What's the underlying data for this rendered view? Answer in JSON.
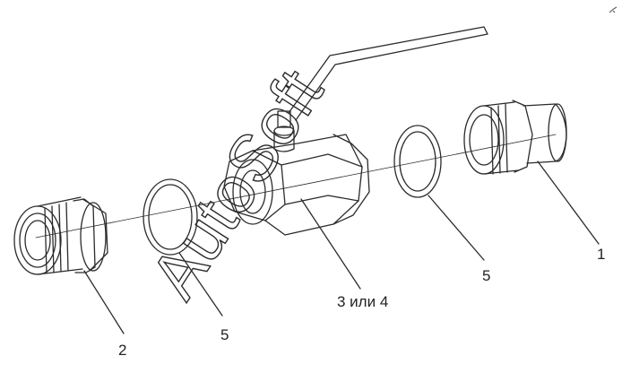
{
  "callouts": {
    "part_1": "1",
    "part_2": "2",
    "part_3_4": "3 или 4",
    "part_5_left": "5",
    "part_5_right": "5"
  },
  "watermark": {
    "text": "AutoSoft"
  },
  "colors": {
    "line": "#2b2b2b",
    "background": "#ffffff"
  }
}
